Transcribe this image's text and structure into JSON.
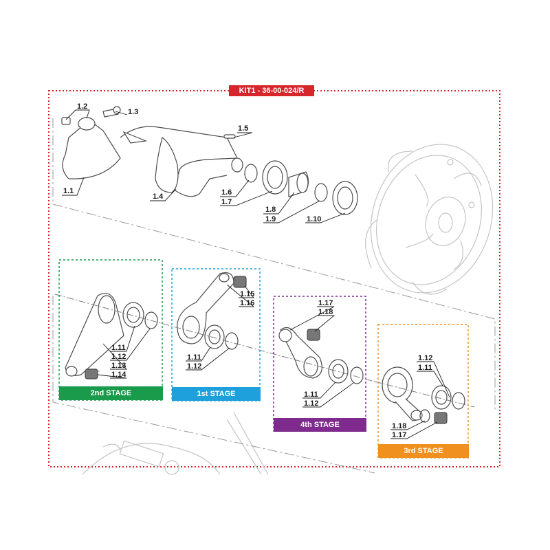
{
  "kit": {
    "title": "KIT1 - 36-00-024/R",
    "color": "#d7262b"
  },
  "stages": {
    "second": {
      "label": "2nd STAGE",
      "color": "#1a9a4b"
    },
    "first": {
      "label": "1st STAGE",
      "color": "#1ea0dc"
    },
    "fourth": {
      "label": "4th STAGE",
      "color": "#7f2b8e"
    },
    "third": {
      "label": "3rd STAGE",
      "color": "#f0901e"
    }
  },
  "parts": {
    "p1_1": "1.1",
    "p1_2": "1.2",
    "p1_3": "1.3",
    "p1_4": "1.4",
    "p1_5": "1.5",
    "p1_6": "1.6",
    "p1_7": "1.7",
    "p1_8": "1.8",
    "p1_9": "1.9",
    "p1_10": "1.10",
    "s2_11": "1.11",
    "s2_12": "1.12",
    "s2_13": "1.13",
    "s2_14": "1.14",
    "s1_15": "1.15",
    "s1_16": "1.16",
    "s1_11": "1.11",
    "s1_12": "1.12",
    "s4_17": "1.17",
    "s4_18": "1.18",
    "s4_11": "1.11",
    "s4_12": "1.12",
    "s3_12": "1.12",
    "s3_11": "1.11",
    "s3_18": "1.18",
    "s3_17": "1.17"
  }
}
